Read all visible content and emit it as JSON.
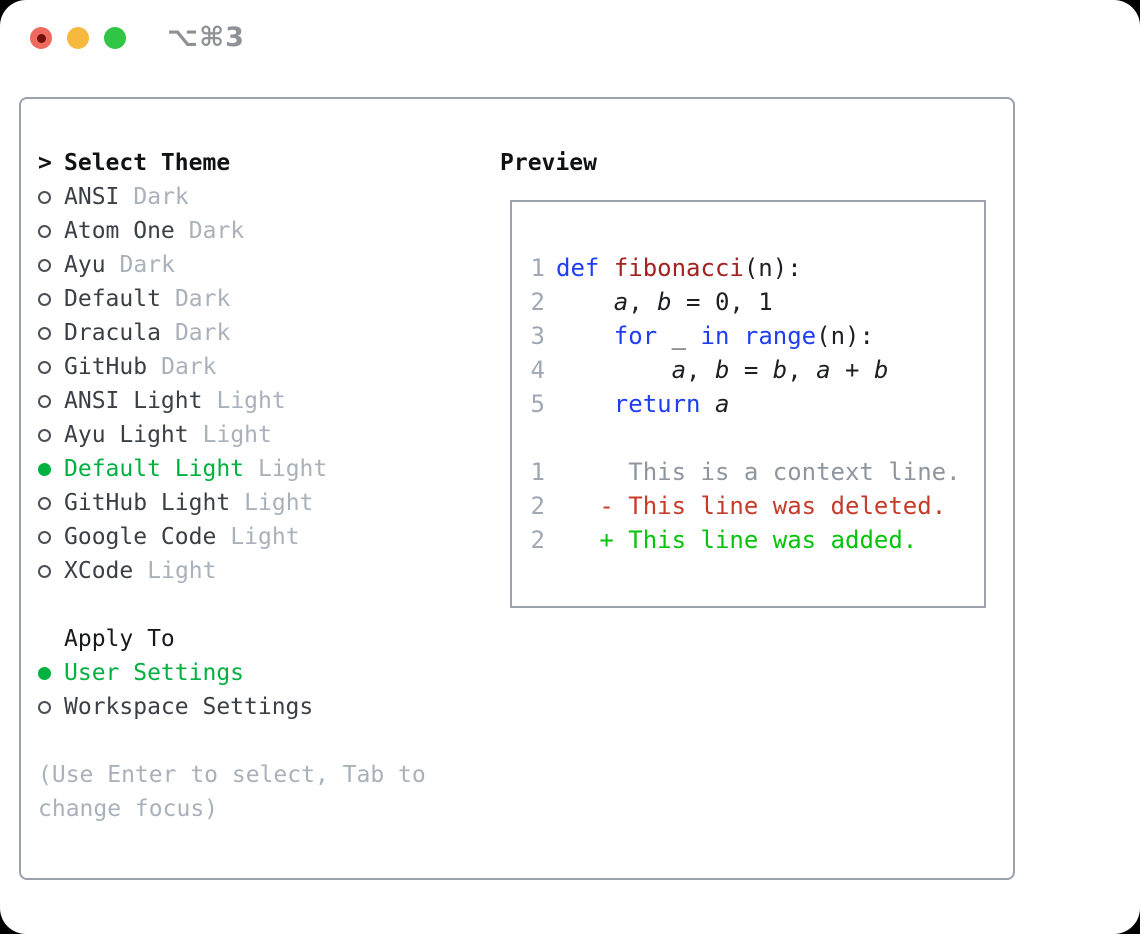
{
  "titlebar": {
    "hotkey": "⌥⌘3"
  },
  "theme_picker": {
    "title_prefix": ">",
    "title": "Select Theme",
    "themes": [
      {
        "name": "ANSI",
        "variant": "Dark",
        "selected": false
      },
      {
        "name": "Atom One",
        "variant": "Dark",
        "selected": false
      },
      {
        "name": "Ayu",
        "variant": "Dark",
        "selected": false
      },
      {
        "name": "Default",
        "variant": "Dark",
        "selected": false
      },
      {
        "name": "Dracula",
        "variant": "Dark",
        "selected": false
      },
      {
        "name": "GitHub",
        "variant": "Dark",
        "selected": false
      },
      {
        "name": "ANSI Light",
        "variant": "Light",
        "selected": false
      },
      {
        "name": "Ayu Light",
        "variant": "Light",
        "selected": false
      },
      {
        "name": "Default Light",
        "variant": "Light",
        "selected": true
      },
      {
        "name": "GitHub Light",
        "variant": "Light",
        "selected": false
      },
      {
        "name": "Google Code",
        "variant": "Light",
        "selected": false
      },
      {
        "name": "XCode",
        "variant": "Light",
        "selected": false
      }
    ],
    "apply_to": {
      "title": "Apply To",
      "options": [
        {
          "label": "User Settings",
          "selected": true
        },
        {
          "label": "Workspace Settings",
          "selected": false
        }
      ]
    },
    "help_text": "(Use Enter to select, Tab to change focus)"
  },
  "preview": {
    "title": "Preview",
    "lines": [
      {
        "num": "1",
        "segments": [
          {
            "t": "def",
            "c": "kw"
          },
          {
            "t": " "
          },
          {
            "t": "fibonacci",
            "c": "fn"
          },
          {
            "t": "(n):"
          }
        ]
      },
      {
        "num": "2",
        "segments": [
          {
            "t": "    "
          },
          {
            "t": "a",
            "c": "var"
          },
          {
            "t": ", "
          },
          {
            "t": "b",
            "c": "var"
          },
          {
            "t": " = 0, 1"
          }
        ]
      },
      {
        "num": "3",
        "segments": [
          {
            "t": "    "
          },
          {
            "t": "for",
            "c": "kw"
          },
          {
            "t": " _ "
          },
          {
            "t": "in",
            "c": "kw"
          },
          {
            "t": " "
          },
          {
            "t": "range",
            "c": "kw"
          },
          {
            "t": "(n):"
          }
        ]
      },
      {
        "num": "4",
        "segments": [
          {
            "t": "        "
          },
          {
            "t": "a",
            "c": "var"
          },
          {
            "t": ", "
          },
          {
            "t": "b",
            "c": "var"
          },
          {
            "t": " = "
          },
          {
            "t": "b",
            "c": "var"
          },
          {
            "t": ", "
          },
          {
            "t": "a",
            "c": "var"
          },
          {
            "t": " + "
          },
          {
            "t": "b",
            "c": "var"
          }
        ]
      },
      {
        "num": "5",
        "segments": [
          {
            "t": "    "
          },
          {
            "t": "return",
            "c": "kw"
          },
          {
            "t": " "
          },
          {
            "t": "a",
            "c": "var"
          }
        ]
      },
      {
        "num": "",
        "segments": []
      },
      {
        "num": "1",
        "segments": [
          {
            "t": "     This is a context line.",
            "c": "ctx"
          }
        ]
      },
      {
        "num": "2",
        "segments": [
          {
            "t": "   "
          },
          {
            "t": "- This line was deleted.",
            "c": "del"
          }
        ]
      },
      {
        "num": "2",
        "segments": [
          {
            "t": "   "
          },
          {
            "t": "+ This line was added.",
            "c": "add"
          }
        ]
      }
    ]
  },
  "colors": {
    "accent_green": "#00b140",
    "keyword_blue": "#1e3ef0",
    "function_red": "#a32222",
    "diff_deleted_red": "#c63c2a",
    "diff_added_green": "#06c30c",
    "muted_gray": "#a9b1bb",
    "line_number_gray": "#9fa8b4",
    "panel_border_gray": "#99a2ad",
    "traffic_red": "#ee6a5f",
    "traffic_yellow": "#f5b93e",
    "traffic_green": "#30c545"
  }
}
